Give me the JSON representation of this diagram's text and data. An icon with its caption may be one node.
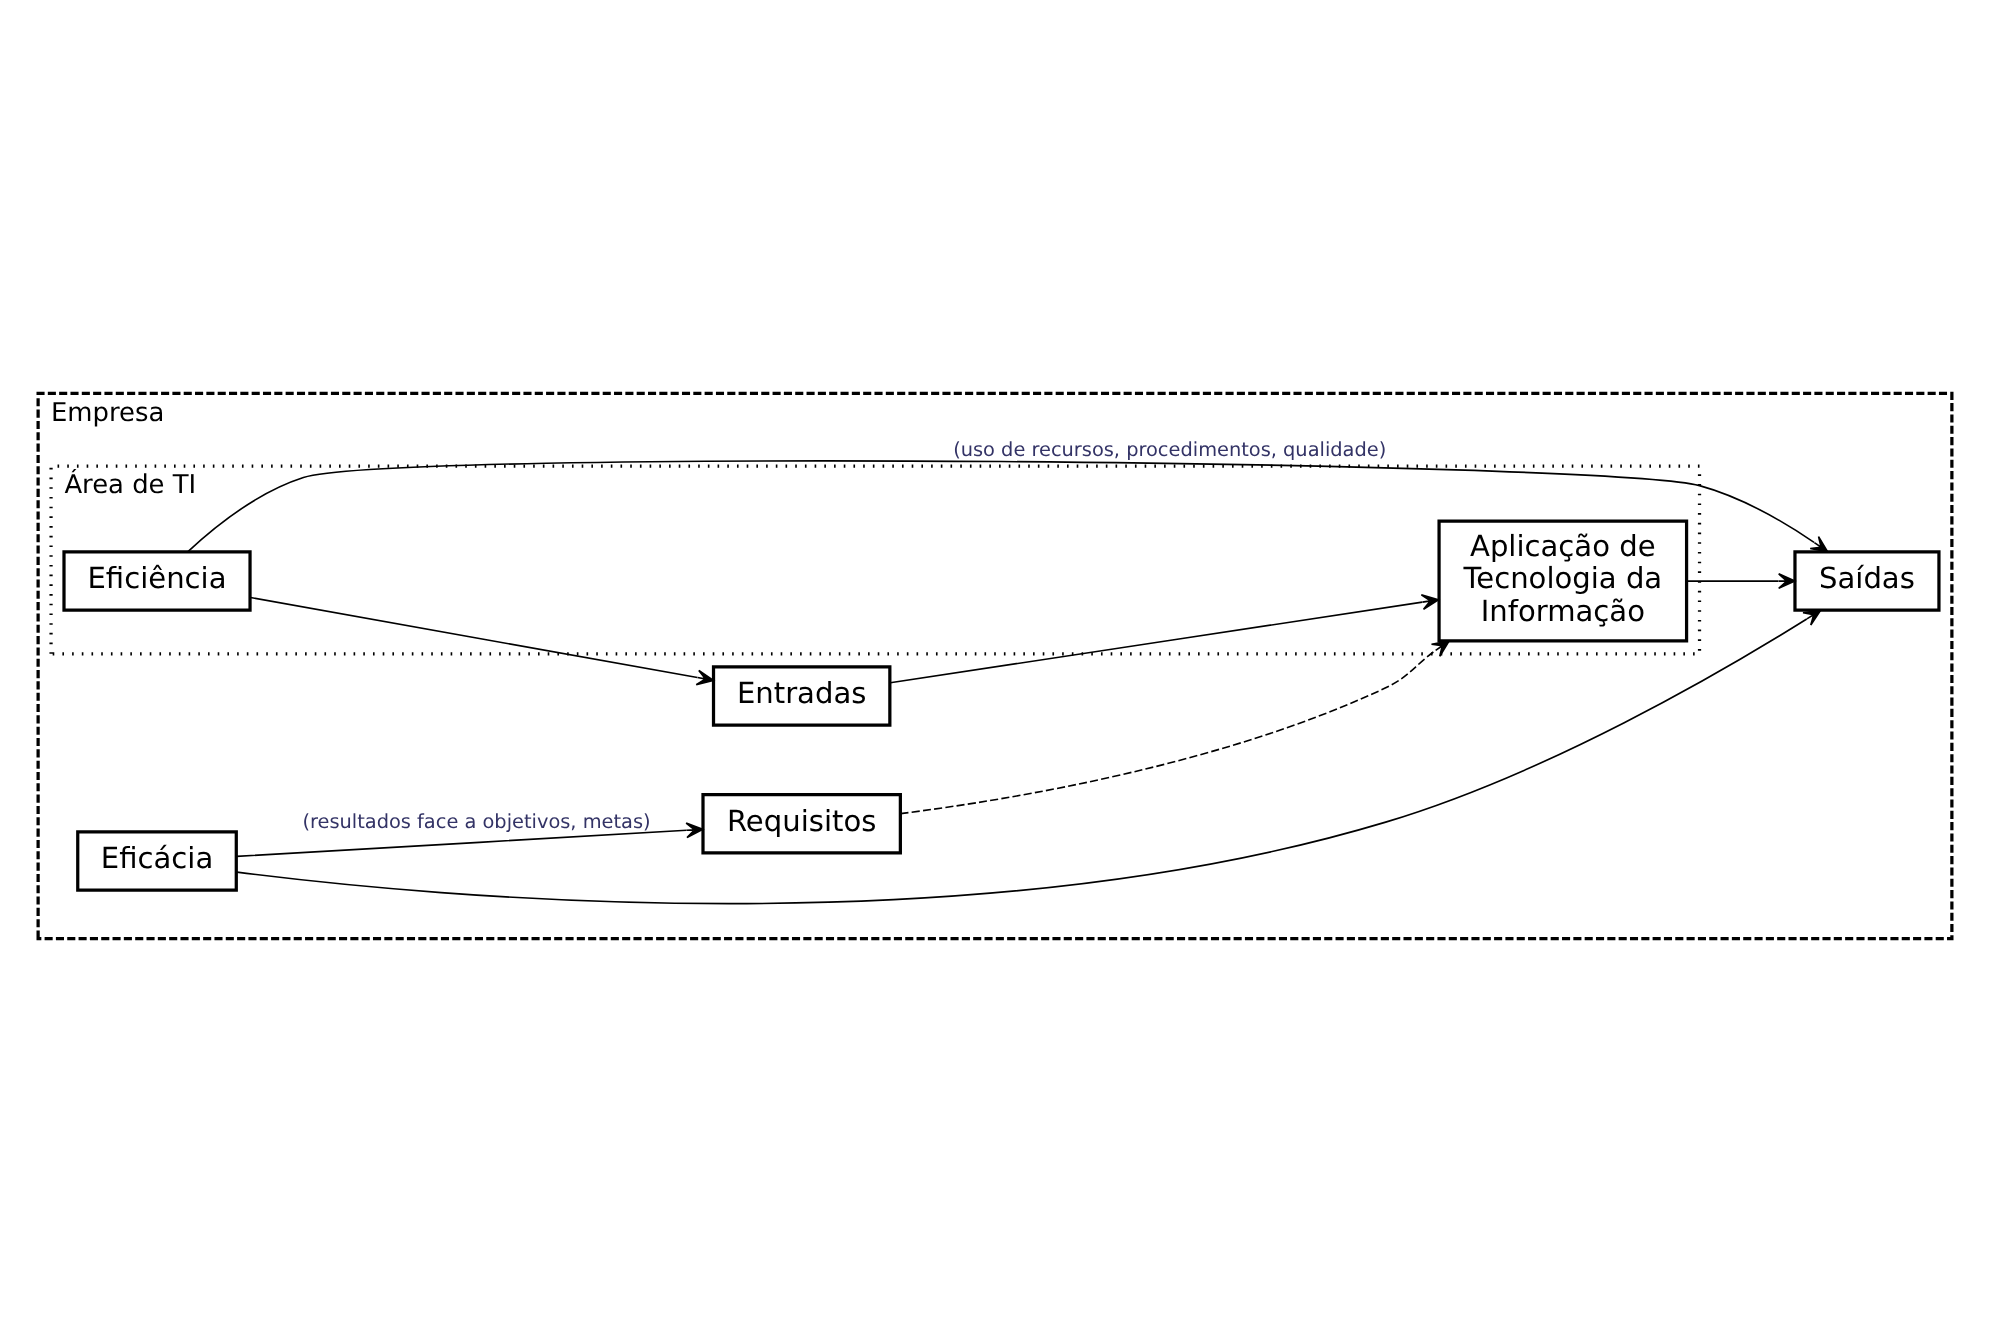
{
  "diagram": {
    "nodes": [
      {
        "text": [
          "Empresa"
        ]
      },
      {
        "text": [
          "Requisitos"
        ],
        "in": 0
      },
      {
        "text": [
          "Eficácia"
        ],
        "in": 0
      },
      {
        "text": [
          "Área de TI"
        ],
        "in": 0
      },
      {
        "text": [
          "Entradas"
        ],
        "in": 0
      },
      {
        "text": [
          "Aplicação de Tecnologia da Informação"
        ],
        "in": 3
      },
      {
        "text": [
          "Saídas"
        ],
        "in": 0
      },
      {
        "text": [
          "Eficiência"
        ],
        "in": 3
      }
    ],
    "edges": [
      {
        "from": 2,
        "to": 1,
        "arrow": "to",
        "label": "(resultados face a objetivos, metas)"
      },
      {
        "from": 2,
        "to": 6,
        "arrow": "to"
      },
      {
        "from": 1,
        "to": 5,
        "arrow": "to",
        "style": "dashed"
      },
      {
        "from": 4,
        "to": 5,
        "arrow": "to"
      },
      {
        "from": 5,
        "to": 6,
        "arrow": "to"
      },
      {
        "from": 7,
        "to": 4,
        "arrow": "to"
      },
      {
        "from": 7,
        "to": 6,
        "arrow": "to",
        "label": "(uso de recursos, procedimentos, qualidade)"
      }
    ]
  }
}
